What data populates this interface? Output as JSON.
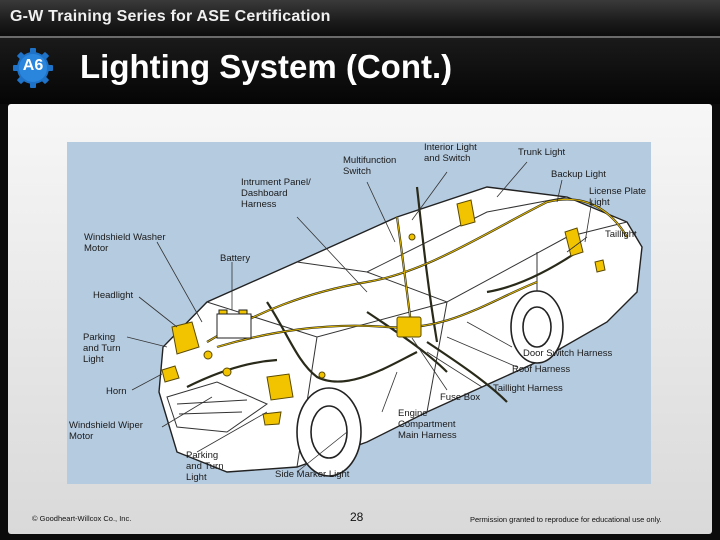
{
  "header": {
    "series_title": "G-W Training Series for ASE Certification",
    "badge": "A6",
    "slide_title": "Lighting System (Cont.)"
  },
  "figure": {
    "labels": {
      "interior_light": "Interior Light\nand Switch",
      "trunk_light": "Trunk Light",
      "multifunction_switch": "Multifunction\nSwitch",
      "backup_light": "Backup Light",
      "instrument_panel": "Intrument Panel/\nDashboard\nHarness",
      "license_plate_light": "License Plate\nLight",
      "taillight": "Taillight",
      "windshield_washer_motor": "Windshield Washer\nMotor",
      "battery": "Battery",
      "headlight": "Headlight",
      "parking_turn_light_front": "Parking\nand Turn\nLight",
      "door_switch_harness": "Door Switch Harness",
      "roof_harness": "Roof Harness",
      "horn": "Horn",
      "taillight_harness": "Taillight Harness",
      "fuse_box": "Fuse Box",
      "windshield_wiper_motor": "Windshield Wiper\nMotor",
      "engine_compartment_harness": "Engine\nCompartment\nMain Harness",
      "parking_turn_light_lower": "Parking\nand Turn\nLight",
      "side_marker_light": "Side Marker Light"
    }
  },
  "footer": {
    "copyright": "© Goodheart-Willcox Co., Inc.",
    "page_number": "28",
    "permission": "Permission granted to reproduce for educational use only."
  }
}
